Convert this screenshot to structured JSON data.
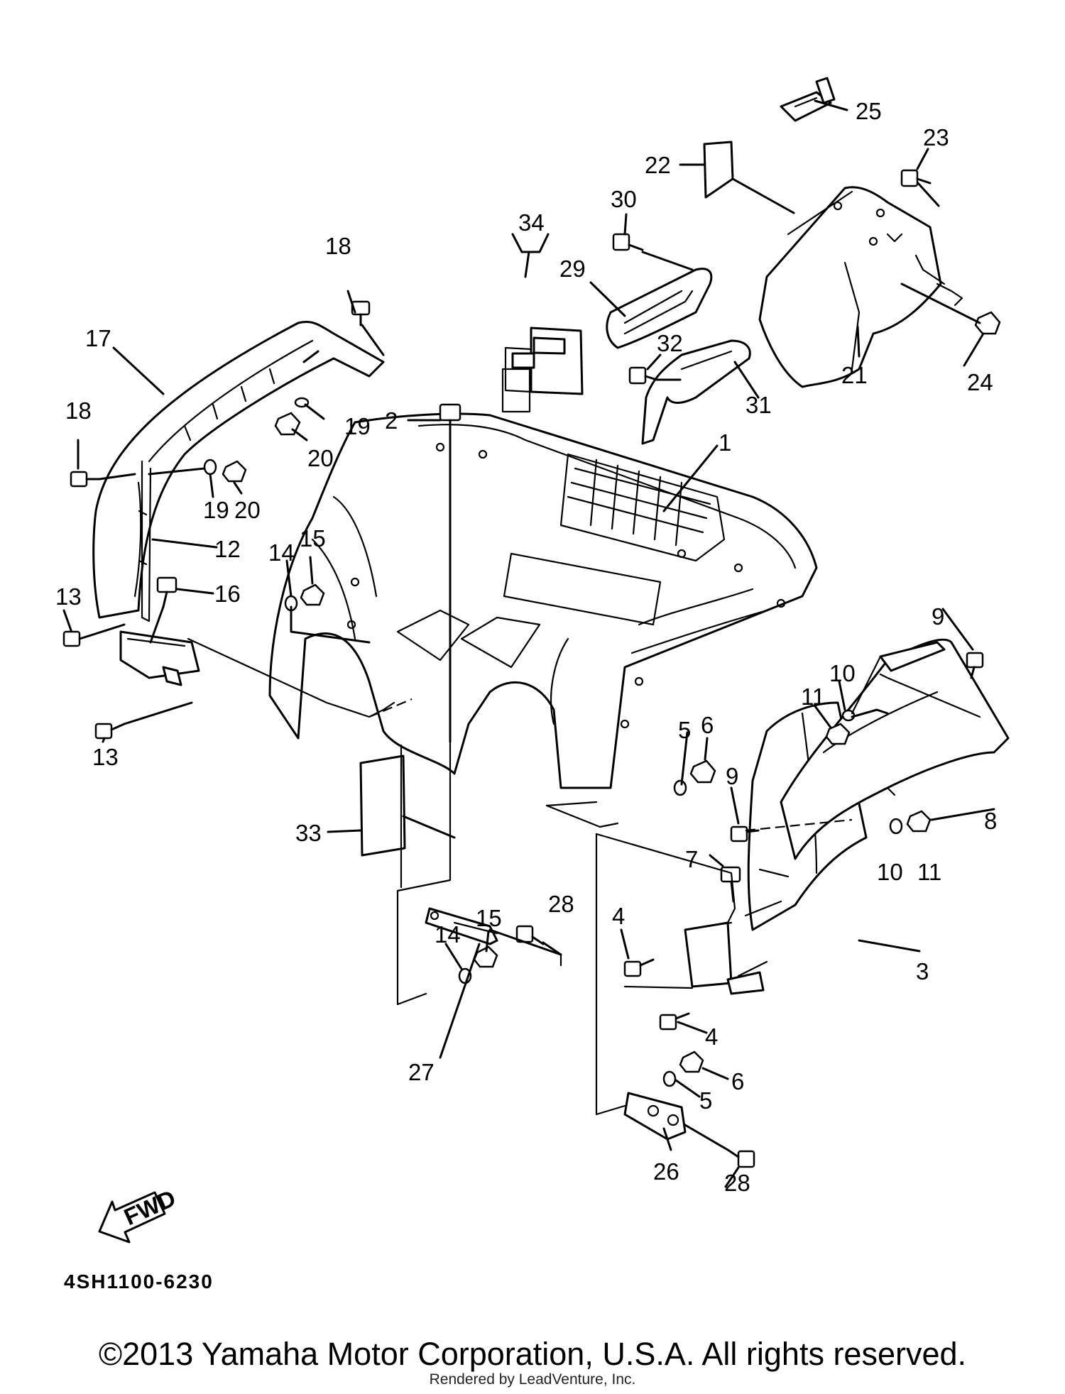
{
  "diagram": {
    "callouts": [
      {
        "id": "c1",
        "text": "1"
      },
      {
        "id": "c2",
        "text": "2"
      },
      {
        "id": "c3",
        "text": "3"
      },
      {
        "id": "c4a",
        "text": "4"
      },
      {
        "id": "c4b",
        "text": "4"
      },
      {
        "id": "c5a",
        "text": "5"
      },
      {
        "id": "c5b",
        "text": "5"
      },
      {
        "id": "c6a",
        "text": "6"
      },
      {
        "id": "c6b",
        "text": "6"
      },
      {
        "id": "c7",
        "text": "7"
      },
      {
        "id": "c8",
        "text": "8"
      },
      {
        "id": "c9a",
        "text": "9"
      },
      {
        "id": "c9b",
        "text": "9"
      },
      {
        "id": "c10a",
        "text": "10"
      },
      {
        "id": "c10b",
        "text": "10"
      },
      {
        "id": "c11a",
        "text": "11"
      },
      {
        "id": "c11b",
        "text": "11"
      },
      {
        "id": "c12",
        "text": "12"
      },
      {
        "id": "c13a",
        "text": "13"
      },
      {
        "id": "c13b",
        "text": "13"
      },
      {
        "id": "c14a",
        "text": "14"
      },
      {
        "id": "c14b",
        "text": "14"
      },
      {
        "id": "c15a",
        "text": "15"
      },
      {
        "id": "c15b",
        "text": "15"
      },
      {
        "id": "c16",
        "text": "16"
      },
      {
        "id": "c17",
        "text": "17"
      },
      {
        "id": "c18a",
        "text": "18"
      },
      {
        "id": "c18b",
        "text": "18"
      },
      {
        "id": "c19a",
        "text": "19"
      },
      {
        "id": "c19b",
        "text": "19"
      },
      {
        "id": "c20a",
        "text": "20"
      },
      {
        "id": "c20b",
        "text": "20"
      },
      {
        "id": "c21",
        "text": "21"
      },
      {
        "id": "c22",
        "text": "22"
      },
      {
        "id": "c23",
        "text": "23"
      },
      {
        "id": "c24",
        "text": "24"
      },
      {
        "id": "c25",
        "text": "25"
      },
      {
        "id": "c26",
        "text": "26"
      },
      {
        "id": "c27",
        "text": "27"
      },
      {
        "id": "c28a",
        "text": "28"
      },
      {
        "id": "c28b",
        "text": "28"
      },
      {
        "id": "c29",
        "text": "29"
      },
      {
        "id": "c30",
        "text": "30"
      },
      {
        "id": "c31",
        "text": "31"
      },
      {
        "id": "c32",
        "text": "32"
      },
      {
        "id": "c33",
        "text": "33"
      },
      {
        "id": "c34",
        "text": "34"
      }
    ],
    "fwd_label": "FWD",
    "diagram_code": "4SH1100-6230"
  },
  "footer": {
    "copyright": "©2013 Yamaha Motor Corporation, U.S.A. All rights reserved.",
    "rendered_by": "Rendered by LeadVenture, Inc."
  }
}
